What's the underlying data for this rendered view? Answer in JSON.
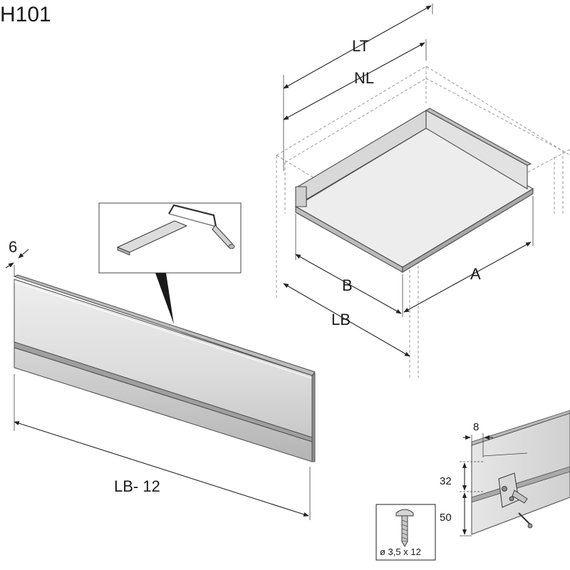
{
  "title": "H101",
  "dimensions": {
    "lt": "LT",
    "nl": "NL",
    "a": "A",
    "b": "B",
    "lb": "LB",
    "lb_minus_12": "LB- 12",
    "six": "6",
    "eight": "8",
    "thirty_two": "32",
    "fifty": "50"
  },
  "screw": {
    "caption": "ø 3,5 x 12"
  },
  "colors": {
    "panel_light": "#e9e9e9",
    "panel_mid": "#c9c9c9",
    "panel_dark": "#a9a9a9",
    "line": "#222222",
    "dashed": "#9a9a9a"
  }
}
